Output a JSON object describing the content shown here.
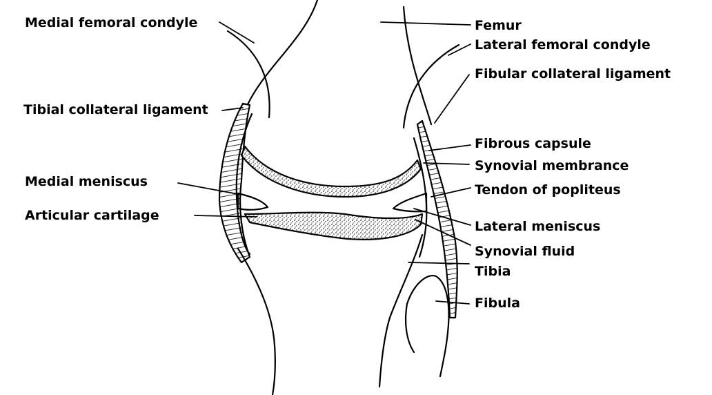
{
  "diagram": {
    "stroke_color": "#000000",
    "background": "#ffffff",
    "labels": {
      "medial_femoral_condyle": "Medial femoral condyle",
      "tibial_collateral_ligament": "Tibial collateral ligament",
      "medial_meniscus": "Medial meniscus",
      "articular_cartilage": "Articular cartilage",
      "femur": "Femur",
      "lateral_femoral_condyle": "Lateral femoral condyle",
      "fibular_collateral_ligament": "Fibular collateral ligament",
      "fibrous_capsule": "Fibrous capsule",
      "synovial_membrane": "Synovial membrance",
      "tendon_of_popliteus": "Tendon of popliteus",
      "lateral_meniscus": "Lateral meniscus",
      "synovial_fluid": "Synovial fluid",
      "tibia": "Tibia",
      "fibula": "Fibula"
    }
  }
}
